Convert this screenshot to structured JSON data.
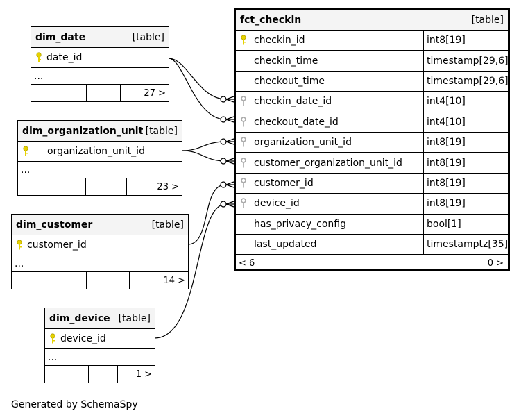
{
  "fact": {
    "name": "fct_checkin",
    "kind": "[table]",
    "columns": [
      {
        "name": "checkin_id",
        "type": "int8[19]",
        "key": "primary"
      },
      {
        "name": "checkin_time",
        "type": "timestamp[29,6]",
        "key": "none"
      },
      {
        "name": "checkout_time",
        "type": "timestamp[29,6]",
        "key": "none"
      },
      {
        "name": "checkin_date_id",
        "type": "int4[10]",
        "key": "foreign"
      },
      {
        "name": "checkout_date_id",
        "type": "int4[10]",
        "key": "foreign"
      },
      {
        "name": "organization_unit_id",
        "type": "int8[19]",
        "key": "foreign"
      },
      {
        "name": "customer_organization_unit_id",
        "type": "int8[19]",
        "key": "foreign"
      },
      {
        "name": "customer_id",
        "type": "int8[19]",
        "key": "foreign"
      },
      {
        "name": "device_id",
        "type": "int8[19]",
        "key": "foreign"
      },
      {
        "name": "has_privacy_config",
        "type": "bool[1]",
        "key": "none"
      },
      {
        "name": "last_updated",
        "type": "timestamptz[35]",
        "key": "none"
      }
    ],
    "footer_left": "< 6",
    "footer_right": "0 >"
  },
  "dim_date": {
    "name": "dim_date",
    "kind": "[table]",
    "key_column": "date_id",
    "ellipsis": "...",
    "footer_right": "27 >"
  },
  "dim_org": {
    "name": "dim_organization_unit",
    "kind": "[table]",
    "key_column": "organization_unit_id",
    "ellipsis": "...",
    "footer_right": "23 >"
  },
  "dim_customer": {
    "name": "dim_customer",
    "kind": "[table]",
    "key_column": "customer_id",
    "ellipsis": "...",
    "footer_right": "14 >"
  },
  "dim_device": {
    "name": "dim_device",
    "kind": "[table]",
    "key_column": "device_id",
    "ellipsis": "...",
    "footer_right": "1 >"
  },
  "colors": {
    "primary_key": "#e6d200",
    "foreign_key": "#a8a8a8",
    "header_bg": "#f4f4f4"
  },
  "credit": "Generated by SchemaSpy"
}
